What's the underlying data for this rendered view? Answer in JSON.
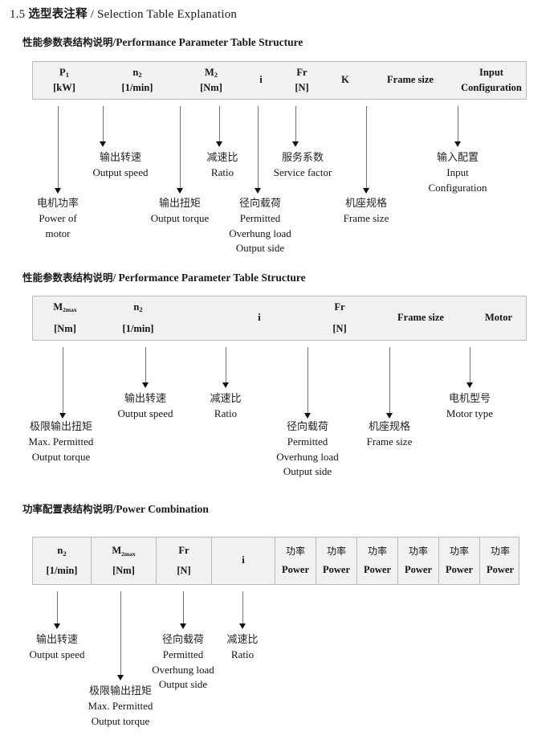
{
  "document": {
    "section_number": "1.5",
    "title_cn": "选型表注释",
    "title_sep": "/",
    "title_en": "Selection Table Explanation"
  },
  "sections": [
    {
      "id": "performance-1",
      "heading_cn": "性能参数表结构说明",
      "heading_sep": "/",
      "heading_en": "Performance Parameter Table Structure",
      "table": {
        "bordered": false,
        "columns": [
          {
            "symbol": "P",
            "sub": "1",
            "unit": "[kW]"
          },
          {
            "symbol": "n",
            "sub": "2",
            "unit": "[1/min]"
          },
          {
            "symbol": "M",
            "sub": "2",
            "unit": "[Nm]"
          },
          {
            "symbol": "i",
            "sub": "",
            "unit": ""
          },
          {
            "symbol": "Fr",
            "sub": "",
            "unit": "[N]"
          },
          {
            "symbol": "K",
            "sub": "",
            "unit": ""
          },
          {
            "symbol": "Frame size",
            "sub": "",
            "unit": ""
          },
          {
            "symbol": "Input",
            "sub": "",
            "unit": "Configuration"
          }
        ]
      },
      "notes": [
        {
          "cn": "电机功率",
          "en": [
            "Power of",
            "motor"
          ]
        },
        {
          "cn": "输出转速",
          "en": [
            "Output speed"
          ]
        },
        {
          "cn": "输出扭矩",
          "en": [
            "Output torque"
          ]
        },
        {
          "cn": "减速比",
          "en": [
            "Ratio"
          ]
        },
        {
          "cn": "径向载荷",
          "en": [
            "Permitted",
            "Overhung load",
            "Output side"
          ]
        },
        {
          "cn": "服务系数",
          "en": [
            "Service factor"
          ]
        },
        {
          "cn": "机座规格",
          "en": [
            "Frame size"
          ]
        },
        {
          "cn": "输入配置",
          "en": [
            "Input",
            "Configuration"
          ]
        }
      ]
    },
    {
      "id": "performance-2",
      "heading_cn": "性能参数表结构说明",
      "heading_sep": "/",
      "heading_en": "Performance Parameter Table Structure",
      "table": {
        "bordered": false,
        "columns": [
          {
            "symbol": "M",
            "sub": "2max",
            "unit": "[Nm]"
          },
          {
            "symbol": "n",
            "sub": "2",
            "unit": "[1/min]"
          },
          {
            "symbol": "i",
            "sub": "",
            "unit": ""
          },
          {
            "symbol": "Fr",
            "sub": "",
            "unit": "[N]"
          },
          {
            "symbol": "Frame size",
            "sub": "",
            "unit": ""
          },
          {
            "symbol": "Motor",
            "sub": "",
            "unit": ""
          }
        ]
      },
      "notes": [
        {
          "cn": "极限输出扭矩",
          "en": [
            "Max. Permitted",
            "Output  torque"
          ]
        },
        {
          "cn": "输出转速",
          "en": [
            "Output speed"
          ]
        },
        {
          "cn": "减速比",
          "en": [
            "Ratio"
          ]
        },
        {
          "cn": "径向载荷",
          "en": [
            "Permitted",
            "Overhung load",
            "Output side"
          ]
        },
        {
          "cn": "机座规格",
          "en": [
            "Frame size"
          ]
        },
        {
          "cn": "电机型号",
          "en": [
            "Motor type"
          ]
        }
      ]
    },
    {
      "id": "power-combination",
      "heading_cn": "功率配置表结构说明",
      "heading_sep": "/",
      "heading_en": "Power Combination",
      "table": {
        "bordered": true,
        "columns": [
          {
            "symbol": "n",
            "sub": "2",
            "unit": "[1/min]"
          },
          {
            "symbol": "M",
            "sub": "2max",
            "unit": "[Nm]"
          },
          {
            "symbol": "Fr",
            "sub": "",
            "unit": "[N]"
          },
          {
            "symbol": "i",
            "sub": "",
            "unit": ""
          },
          {
            "symbol": "功率",
            "sub": "",
            "unit": "Power"
          },
          {
            "symbol": "功率",
            "sub": "",
            "unit": "Power"
          },
          {
            "symbol": "功率",
            "sub": "",
            "unit": "Power"
          },
          {
            "symbol": "功率",
            "sub": "",
            "unit": "Power"
          },
          {
            "symbol": "功率",
            "sub": "",
            "unit": "Power"
          },
          {
            "symbol": "功率",
            "sub": "",
            "unit": "Power"
          }
        ]
      },
      "notes": [
        {
          "cn": "输出转速",
          "en": [
            "Output speed"
          ]
        },
        {
          "cn": "极限输出扭矩",
          "en": [
            "Max. Permitted",
            "Output  torque"
          ]
        },
        {
          "cn": "径向载荷",
          "en": [
            "Permitted",
            "Overhung load",
            "Output side"
          ]
        },
        {
          "cn": "减速比",
          "en": [
            "Ratio"
          ]
        }
      ]
    }
  ],
  "colors": {
    "table_fill": "#f1f1f1",
    "table_border": "#b9b9b9",
    "connector": "#6f6f6f",
    "text": "#141414"
  }
}
